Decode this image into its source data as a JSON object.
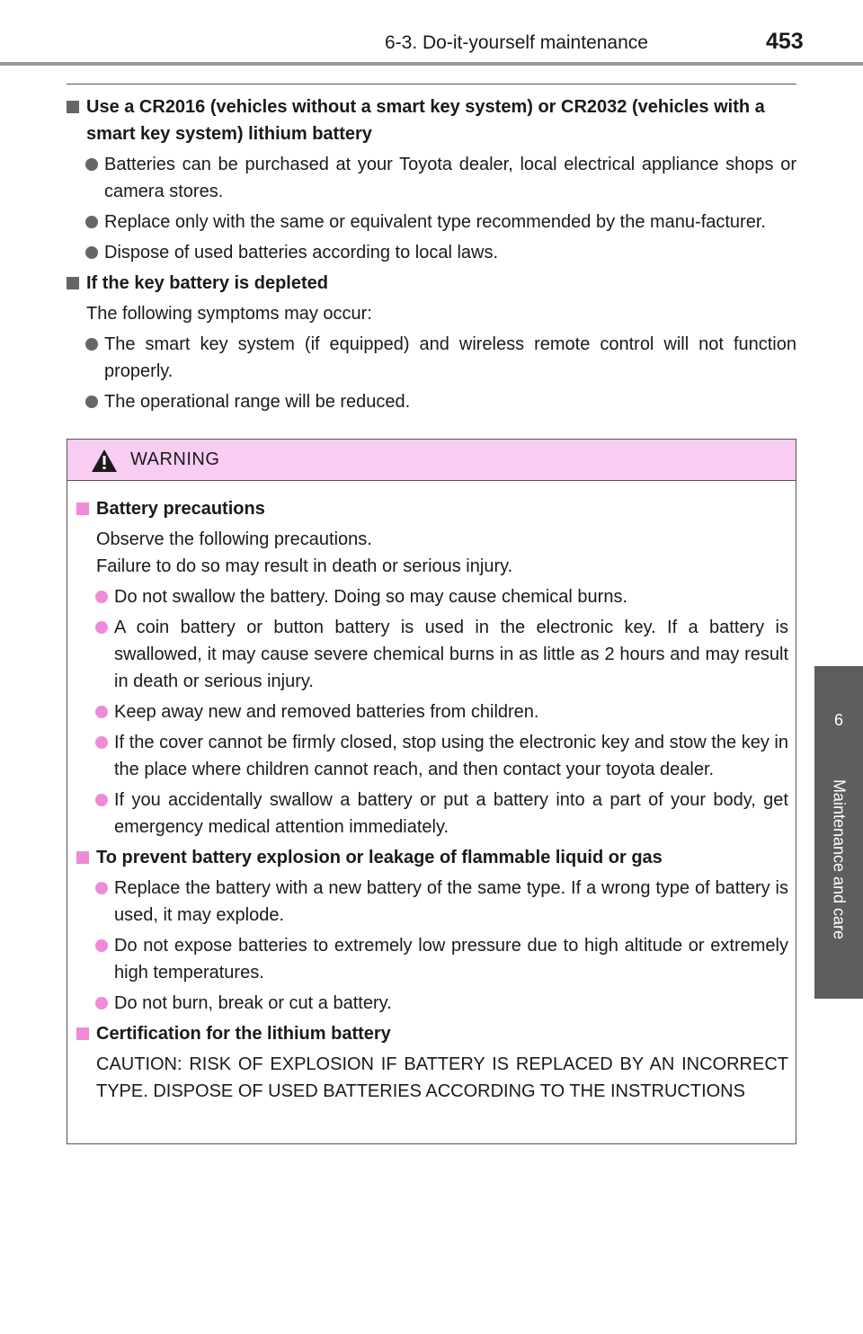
{
  "header": {
    "section": "6-3. Do-it-yourself maintenance",
    "page_number": "453"
  },
  "side_tab": {
    "number": "6",
    "label": "Maintenance and care"
  },
  "colors": {
    "warning_header_bg": "#f9ccf2",
    "warning_bullet": "#f08ad8",
    "side_tab_bg": "#5e5e5e"
  },
  "main": {
    "section1": {
      "heading": "Use a CR2016 (vehicles without a smart key system) or CR2032 (vehicles with a smart key system) lithium battery",
      "bullets": [
        "Batteries can be purchased at your Toyota dealer, local electrical appliance shops or camera stores.",
        "Replace only with the same or equivalent type recommended by the manu-facturer.",
        "Dispose of used batteries according to local laws."
      ]
    },
    "section2": {
      "heading": "If the key battery is depleted",
      "intro": "The following symptoms may occur:",
      "bullets": [
        "The smart key system (if equipped) and wireless remote control will not function properly.",
        "The operational range will be reduced."
      ]
    }
  },
  "warning": {
    "title": "WARNING",
    "icon": "warning-triangle-icon",
    "sections": [
      {
        "heading": "Battery precautions",
        "intro_lines": [
          "Observe the following precautions.",
          "Failure to do so may result in death or serious injury."
        ],
        "bullets": [
          "Do not swallow the battery. Doing so may cause chemical burns.",
          "A coin battery or button battery is used in the electronic key. If a battery is swallowed, it may cause severe chemical burns in as little as 2 hours and may result in death or serious injury.",
          "Keep away new and removed batteries from children.",
          "If the cover cannot be firmly closed, stop using the electronic key and stow the key in the place where children cannot reach, and then contact your toyota dealer.",
          "If you accidentally swallow a battery or put a battery into a part of your body, get emergency medical attention immediately."
        ]
      },
      {
        "heading": "To prevent battery explosion or leakage of flammable liquid or gas",
        "bullets": [
          "Replace the battery with a new battery of the same type. If a wrong type of battery is used, it may explode.",
          "Do not expose batteries to extremely low pressure due to high altitude or extremely high temperatures.",
          "Do not burn, break or cut a battery."
        ]
      },
      {
        "heading": "Certification for the lithium battery",
        "caps_text": "CAUTION: RISK OF EXPLOSION IF BATTERY IS REPLACED BY AN INCORRECT TYPE. DISPOSE OF USED BATTERIES ACCORDING TO THE INSTRUCTIONS"
      }
    ]
  }
}
